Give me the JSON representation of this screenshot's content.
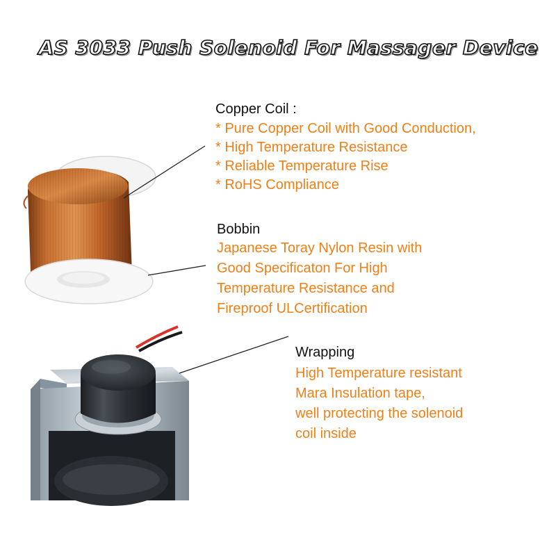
{
  "title": "AS 3033 Push Solenoid For Massager Device",
  "colors": {
    "accent": "#f07f17",
    "heading": "#111111",
    "copper": "#c0652b",
    "metal": "#a7b3bc",
    "plunger": "#2f3338"
  },
  "sections": {
    "copper_coil": {
      "heading": "Copper Coil :",
      "lines": [
        "* Pure Copper Coil with Good Conduction,",
        "* High Temperature Resistance",
        "* Reliable Temperature Rise",
        "*  RoHS Compliance"
      ]
    },
    "bobbin": {
      "heading": "Bobbin",
      "lines": [
        "Japanese Toray Nylon Resin with",
        "Good Specificaton For High",
        "Temperature  Resistance and",
        "Fireproof ULCertification"
      ]
    },
    "wrapping": {
      "heading": "Wrapping",
      "lines": [
        "High Temperature resistant",
        "Mara Insulation tape,",
        "well protecting the solenoid",
        "coil inside"
      ]
    }
  },
  "images": {
    "coil_spool": "copper-coil-spool-photo",
    "solenoid": "push-solenoid-photo"
  }
}
